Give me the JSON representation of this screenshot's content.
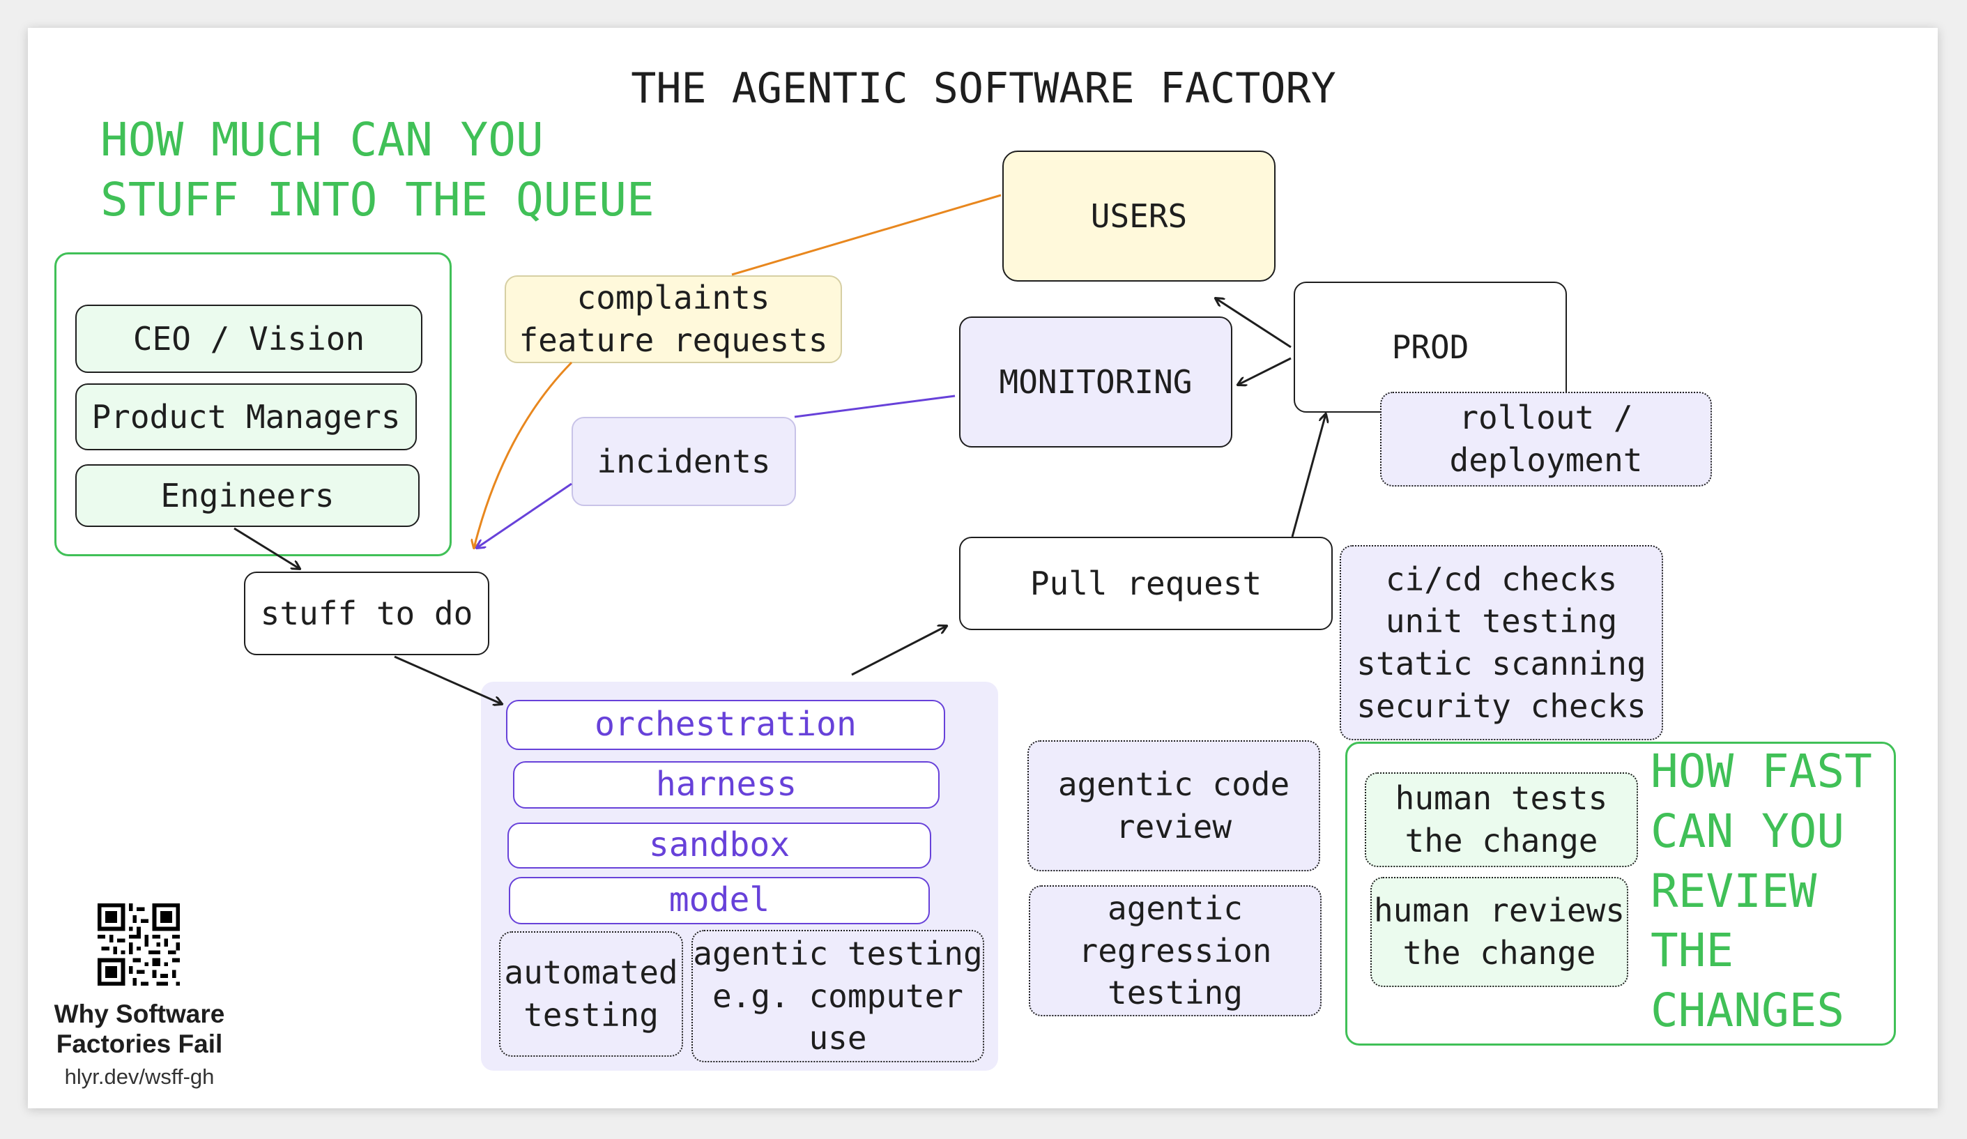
{
  "title": "THE AGENTIC SOFTWARE FACTORY",
  "queue_heading": "HOW MUCH CAN YOU\nSTUFF INTO THE QUEUE",
  "review_heading": "HOW FAST\nCAN YOU\nREVIEW\nTHE\nCHANGES",
  "team": {
    "ceo": "CEO / Vision",
    "pm": "Product Managers",
    "eng": "Engineers"
  },
  "nodes": {
    "users": "USERS",
    "feedback": "complaints\nfeature requests",
    "incidents": "incidents",
    "monitoring": "MONITORING",
    "prod": "PROD",
    "rollout": "rollout /\ndeployment",
    "stuff": "stuff to do",
    "pr": "Pull request",
    "checks": "ci/cd checks\nunit testing\nstatic scanning\nsecurity checks"
  },
  "stack": {
    "orchestration": "orchestration",
    "harness": "harness",
    "sandbox": "sandbox",
    "model": "model",
    "auto_testing": "automated\ntesting",
    "agentic_testing": "agentic testing\ne.g. computer\nuse"
  },
  "agentic_review": {
    "code_review": "agentic code\nreview",
    "regression": "agentic\nregression\ntesting"
  },
  "human_review": {
    "tests": "human tests\nthe change",
    "reviews": "human reviews\nthe change"
  },
  "qr": {
    "caption": "Why Software\nFactories Fail",
    "link": "hlyr.dev/wsff-gh"
  },
  "colors": {
    "green": "#40c057",
    "purple": "#6741d9",
    "orange": "#e8871e",
    "lavender": "#eeecfc",
    "mint": "#ebfbee",
    "cream": "#fff9db"
  }
}
